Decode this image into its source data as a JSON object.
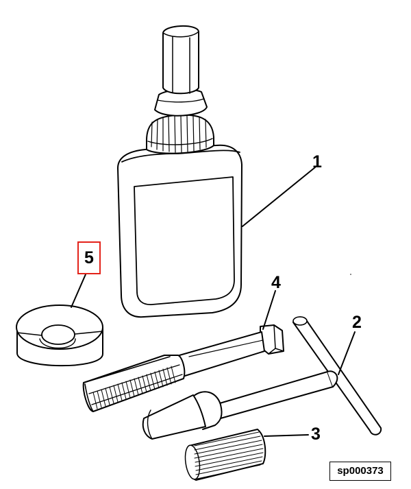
{
  "callouts": {
    "one": "1",
    "two": "2",
    "three": "3",
    "four": "4",
    "five": "5"
  },
  "figure_id": "sp000373",
  "colors": {
    "line": "#000000",
    "highlight": "#e32219",
    "background": "#ffffff"
  }
}
